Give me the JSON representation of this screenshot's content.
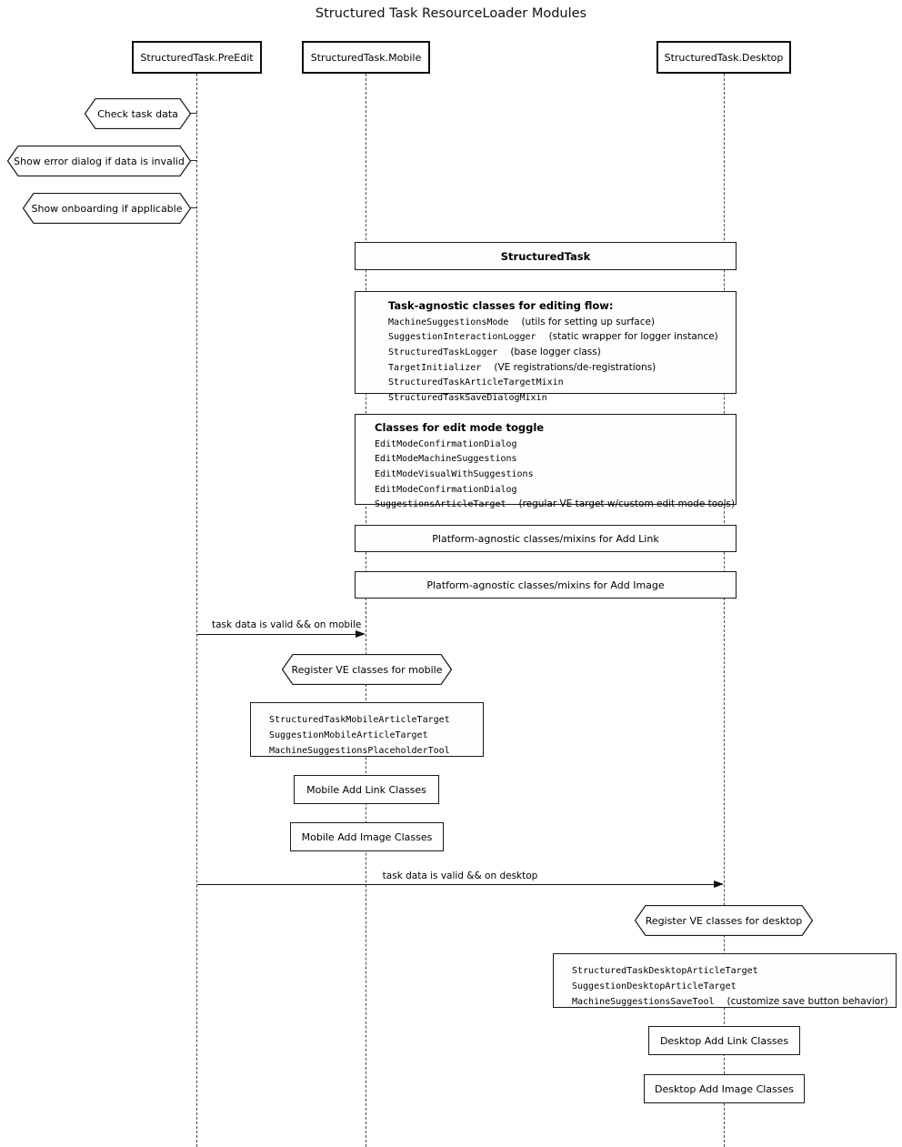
{
  "title": "Structured Task ResourceLoader Modules",
  "participants": [
    {
      "label": "StructuredTask.PreEdit"
    },
    {
      "label": "StructuredTask.Mobile"
    },
    {
      "label": "StructuredTask.Desktop"
    }
  ],
  "preedit_notes": [
    {
      "label": "Check task data"
    },
    {
      "label": "Show error dialog if data is invalid"
    },
    {
      "label": "Show onboarding if applicable"
    }
  ],
  "shared": {
    "structured_task_label": "StructuredTask",
    "editing_flow": {
      "heading": "Task-agnostic classes for editing flow:",
      "items": [
        {
          "code": "MachineSuggestionsMode",
          "desc": "(utils for setting up surface)"
        },
        {
          "code": "SuggestionInteractionLogger",
          "desc": "(static wrapper for logger instance)"
        },
        {
          "code": "StructuredTaskLogger",
          "desc": "(base logger class)"
        },
        {
          "code": "TargetInitializer",
          "desc": "(VE registrations/de-registrations)"
        },
        {
          "code": "StructuredTaskArticleTargetMixin",
          "desc": ""
        },
        {
          "code": "StructuredTaskSaveDialogMixin",
          "desc": ""
        }
      ]
    },
    "edit_mode_toggle": {
      "heading": "Classes for edit mode toggle",
      "items": [
        {
          "code": "EditModeConfirmationDialog",
          "desc": ""
        },
        {
          "code": "EditModeMachineSuggestions",
          "desc": ""
        },
        {
          "code": "EditModeVisualWithSuggestions",
          "desc": ""
        },
        {
          "code": "EditModeConfirmationDialog",
          "desc": ""
        },
        {
          "code": "SuggestionsArticleTarget",
          "desc": "(regular VE target w/custom edit mode tools)"
        }
      ]
    },
    "add_link_label": "Platform-agnostic classes/mixins for Add Link",
    "add_image_label": "Platform-agnostic classes/mixins for Add Image"
  },
  "mobile_flow": {
    "arrow_label": "task data is valid && on mobile",
    "hexnote": "Register VE classes for mobile",
    "classes": [
      {
        "code": "StructuredTaskMobileArticleTarget",
        "desc": ""
      },
      {
        "code": "SuggestionMobileArticleTarget",
        "desc": ""
      },
      {
        "code": "MachineSuggestionsPlaceholderTool",
        "desc": ""
      }
    ],
    "add_link_label": "Mobile Add Link Classes",
    "add_image_label": "Mobile Add Image Classes"
  },
  "desktop_flow": {
    "arrow_label": "task data is valid && on desktop",
    "hexnote": "Register VE classes for desktop",
    "classes": [
      {
        "code": "StructuredTaskDesktopArticleTarget",
        "desc": ""
      },
      {
        "code": "SuggestionDesktopArticleTarget",
        "desc": ""
      },
      {
        "code": "MachineSuggestionsSaveTool",
        "desc": "(customize save button behavior)"
      }
    ],
    "add_link_label": "Desktop Add Link Classes",
    "add_image_label": "Desktop Add Image Classes"
  },
  "colors": {
    "background": "#ffffff",
    "box_border": "#191919",
    "participant_border": "#0d0d0d",
    "lifeline": "#4a4a4a",
    "text": "#000000"
  }
}
